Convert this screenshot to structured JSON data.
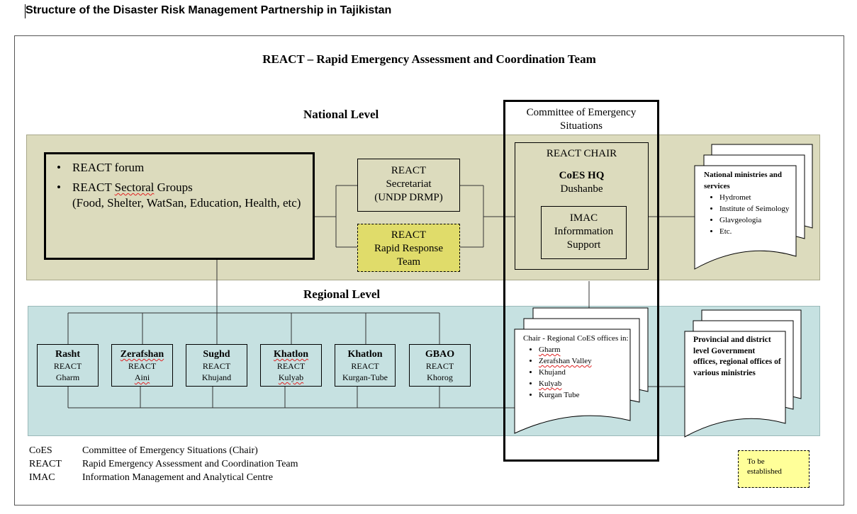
{
  "doc_title": "Structure of the Disaster Risk Management Partnership in Tajikistan",
  "main_title": "REACT – Rapid Emergency Assessment and Coordination Team",
  "national_level": "National Level",
  "regional_level": "Regional Level",
  "coes_label": "Committee of Emergency Situations",
  "forum": {
    "bullet1": "REACT forum",
    "bullet2_prefix": "REACT ",
    "bullet2_word": "Sectoral",
    "bullet2_suffix": " Groups",
    "bullet2_detail": "(Food, Shelter, WatSan, Education, Health, etc)"
  },
  "secretariat": {
    "line1": "REACT",
    "line2": "Secretariat",
    "line3": "(UNDP DRMP)"
  },
  "rrt": {
    "line1": "REACT",
    "line2": "Rapid Response",
    "line3": "Team"
  },
  "chair": {
    "title": "REACT CHAIR",
    "hq": "CoES HQ",
    "city": "Dushanbe"
  },
  "imac": {
    "line1": "IMAC",
    "line2": "Informmation",
    "line3": "Support"
  },
  "national_ministries": {
    "title": "National ministries and services",
    "items": [
      "Hydromet",
      "Institute of Seimology",
      "Glavgeologia",
      "Etc."
    ]
  },
  "regional_coes": {
    "title": "Chair - Regional CoES offices in:",
    "items": [
      "Gharm",
      "Zerafshan Valley",
      "Khujand",
      "Kulyab",
      "Kurgan Tube"
    ]
  },
  "provincial": "Provincial and district level Government offices, regional offices of various ministries",
  "regions": [
    {
      "name": "Rasht",
      "react": "REACT",
      "city": "Gharm"
    },
    {
      "name": "Zerafshan",
      "react": "REACT",
      "city": "Aini"
    },
    {
      "name": "Sughd",
      "react": "REACT",
      "city": "Khujand"
    },
    {
      "name": "Khatlon",
      "react": "REACT",
      "city": "Kulyab"
    },
    {
      "name": "Khatlon",
      "react": "REACT",
      "city": "Kurgan-Tube"
    },
    {
      "name": "GBAO",
      "react": "REACT",
      "city": "Khorog"
    }
  ],
  "legend": [
    {
      "abbr": "CoES",
      "definition": "Committee of Emergency Situations (Chair)"
    },
    {
      "abbr": "REACT",
      "definition": "Rapid Emergency Assessment and Coordination Team"
    },
    {
      "abbr": "IMAC",
      "definition": "Information Management and Analytical Centre"
    }
  ],
  "to_be_established": {
    "line1": "To be",
    "line2": "established"
  },
  "colors": {
    "national_band": "#dcdbbd",
    "regional_band": "#c6e1e1",
    "rapid_response_fill": "#e0dc6a",
    "to_be_established_fill": "#ffff99"
  }
}
